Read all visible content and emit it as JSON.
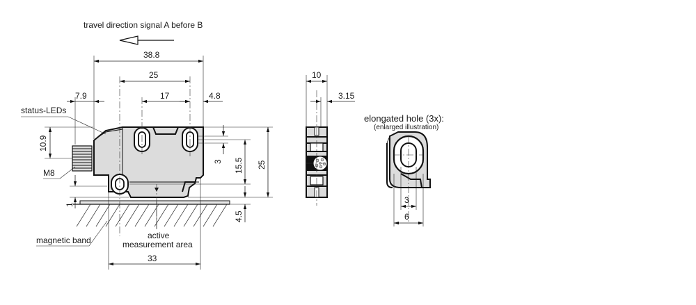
{
  "labels": {
    "travel_direction": "travel direction signal A before B",
    "status_leds": "status-LEDs",
    "m8": "M8",
    "magnetic_band": "magnetic band",
    "active_line1": "active",
    "active_line2": "measurement area",
    "elongated_hole": "elongated hole (3x):",
    "enlarged": "(enlarged illustration)"
  },
  "dimensions": {
    "d38_8": "38.8",
    "d25_top": "25",
    "d17": "17",
    "d7_9": "7.9",
    "d4_8": "4.8",
    "d10_9": "10.9",
    "d3_left": "3",
    "d15_5": "15.5",
    "d25_right": "25",
    "d4_5": "4.5",
    "d1": "1",
    "d33": "33",
    "d10": "10",
    "d3_15": "3.15",
    "hole_3": "3",
    "hole_6": "6"
  },
  "colors": {
    "housing_fill": "#dcdcdc",
    "line": "#111111"
  }
}
